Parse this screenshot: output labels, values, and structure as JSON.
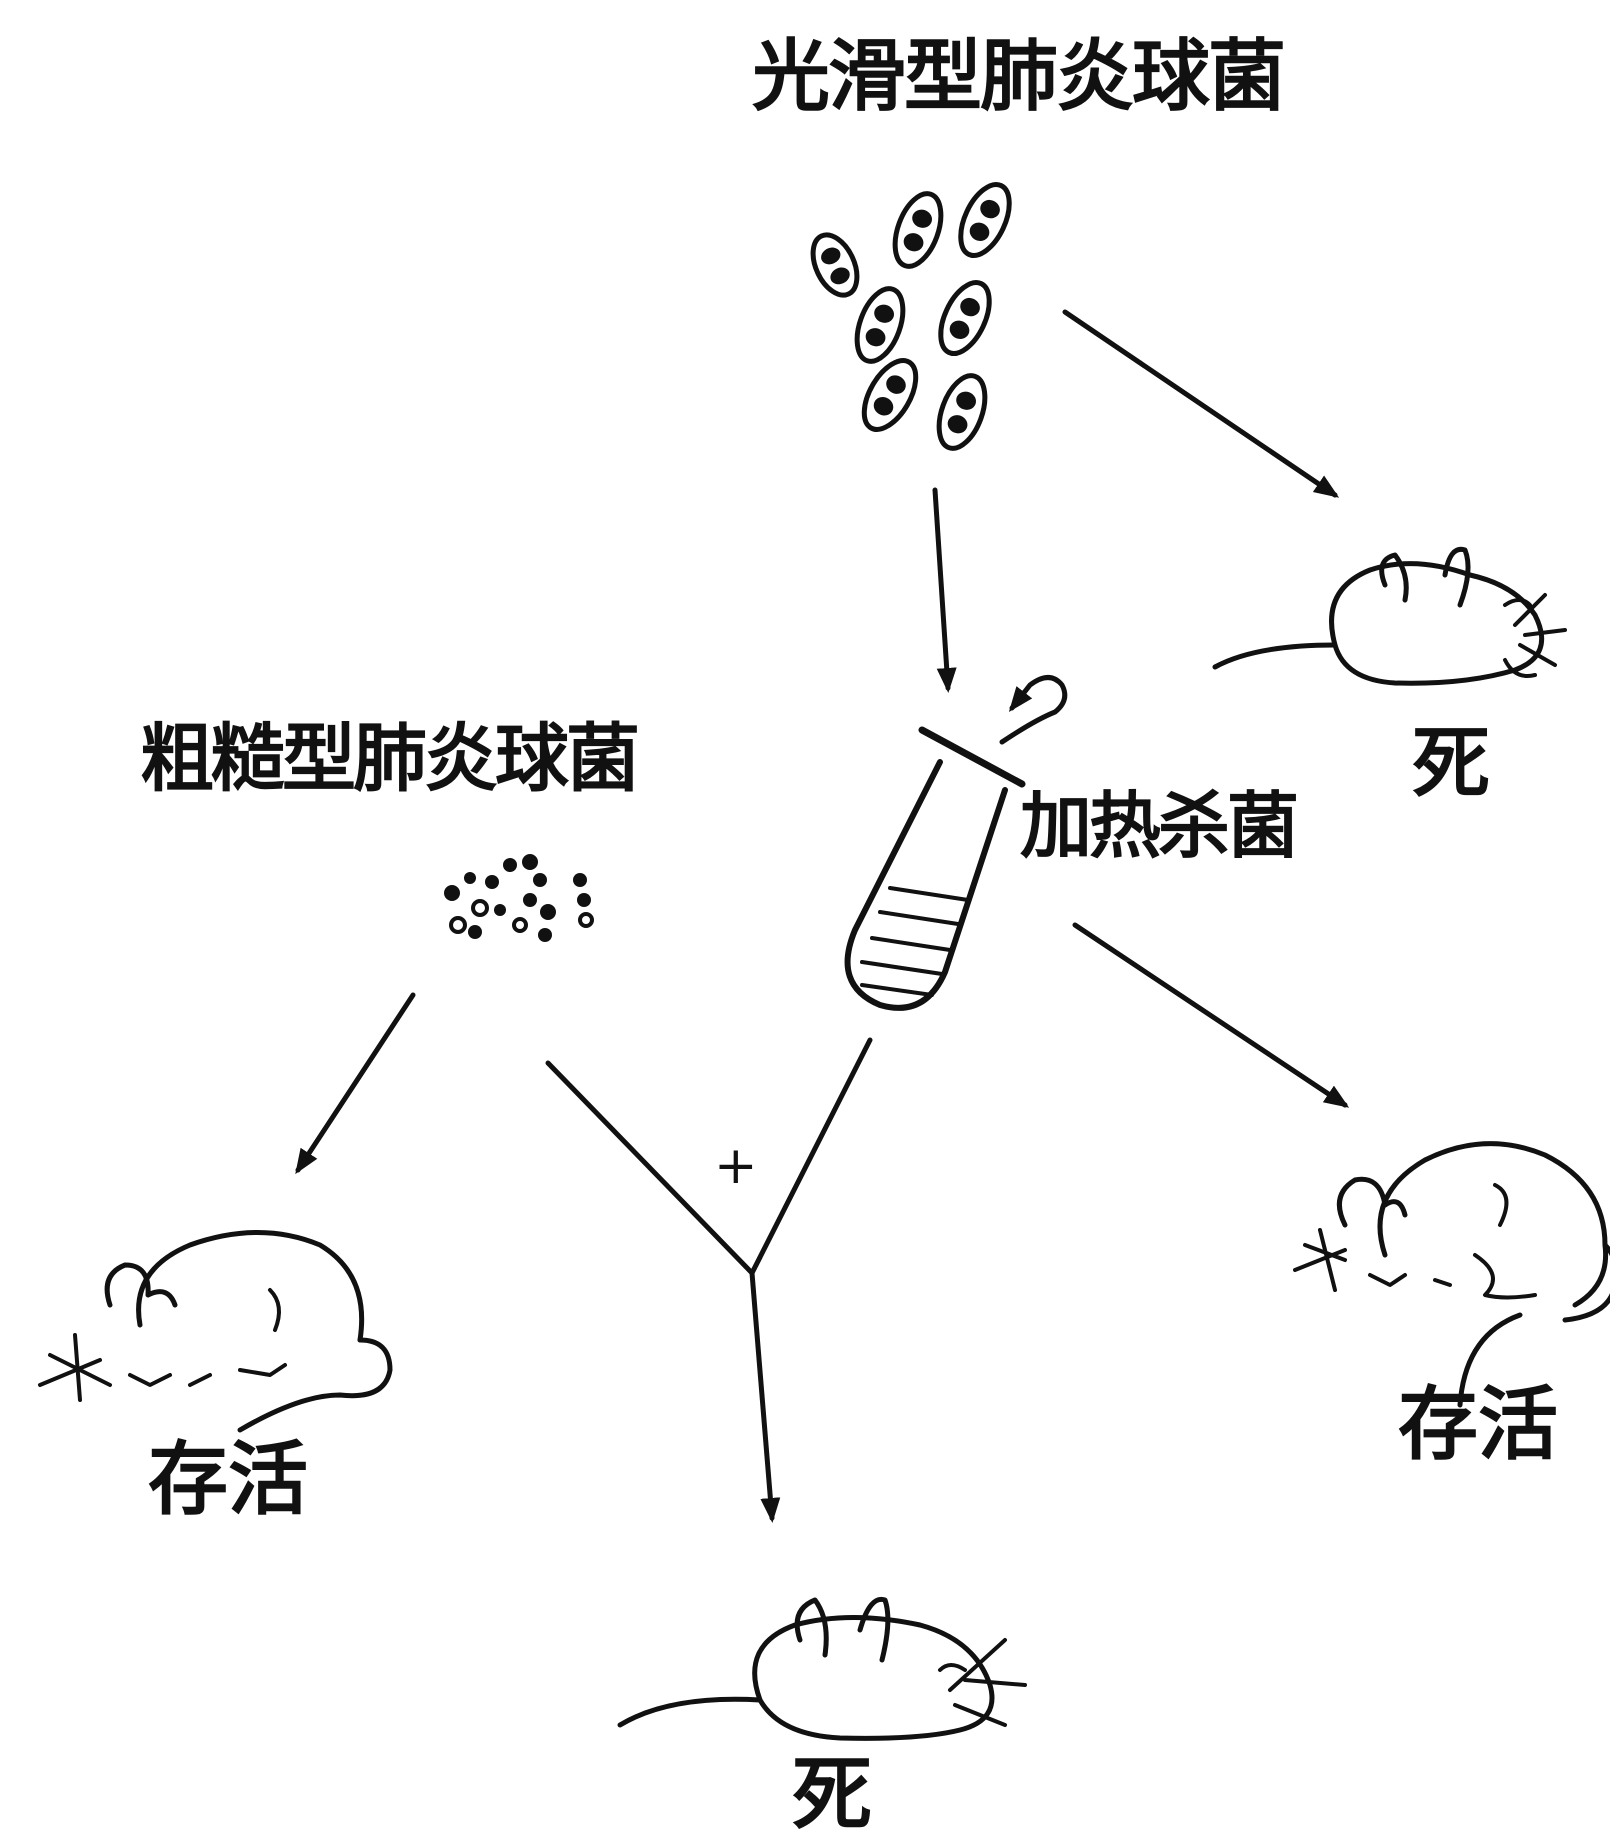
{
  "labels": {
    "smooth_strain": "光滑型肺炎球菌",
    "rough_strain": "粗糙型肺炎球菌",
    "heat_kill": "加热杀菌",
    "plus_sign": "+",
    "outcome_smooth": "死",
    "outcome_heat_killed": "存活",
    "outcome_rough": "存活",
    "outcome_mixed": "死"
  },
  "icons": {
    "smooth_bacteria": "encapsulated-diplococci-icon",
    "rough_bacteria": "small-cocci-icon",
    "test_tube": "test-tube-icon",
    "mouse_alive": "sleeping-mouse-icon",
    "mouse_dead": "dead-mouse-icon"
  },
  "colors": {
    "ink": "#111111",
    "background": "#ffffff"
  }
}
